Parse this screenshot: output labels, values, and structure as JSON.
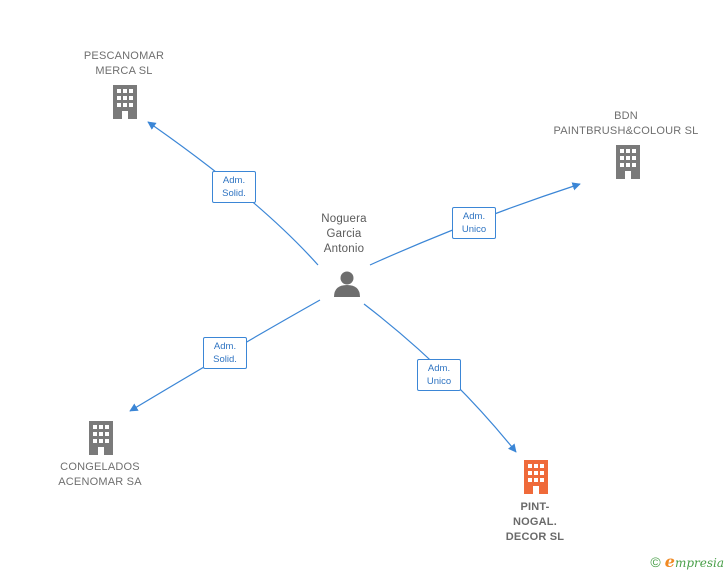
{
  "colors": {
    "edge": "#3b86d6",
    "company_icon": "#7a7a7a",
    "highlight_icon": "#ef6a3a",
    "person_icon": "#6e6e6e"
  },
  "center": {
    "name": "Noguera\nGarcia\nAntonio",
    "icon": "person-icon"
  },
  "companies": [
    {
      "name": "PESCANOMAR\nMERCA  SL",
      "icon": "building-icon",
      "highlight": false
    },
    {
      "name": "BDN\nPAINTBRUSH&COLOUR SL",
      "icon": "building-icon",
      "highlight": false
    },
    {
      "name": "CONGELADOS\nACENOMAR SA",
      "icon": "building-icon",
      "highlight": false
    },
    {
      "name": "PINT-\nNOGAL.\nDECOR  SL",
      "icon": "building-icon",
      "highlight": true
    }
  ],
  "edges": [
    {
      "label": "Adm.\nSolid."
    },
    {
      "label": "Adm.\nUnico"
    },
    {
      "label": "Adm.\nSolid."
    },
    {
      "label": "Adm.\nUnico"
    }
  ],
  "footer": {
    "copyright": "©",
    "brand_initial": "e",
    "brand_rest": "mpresia"
  }
}
